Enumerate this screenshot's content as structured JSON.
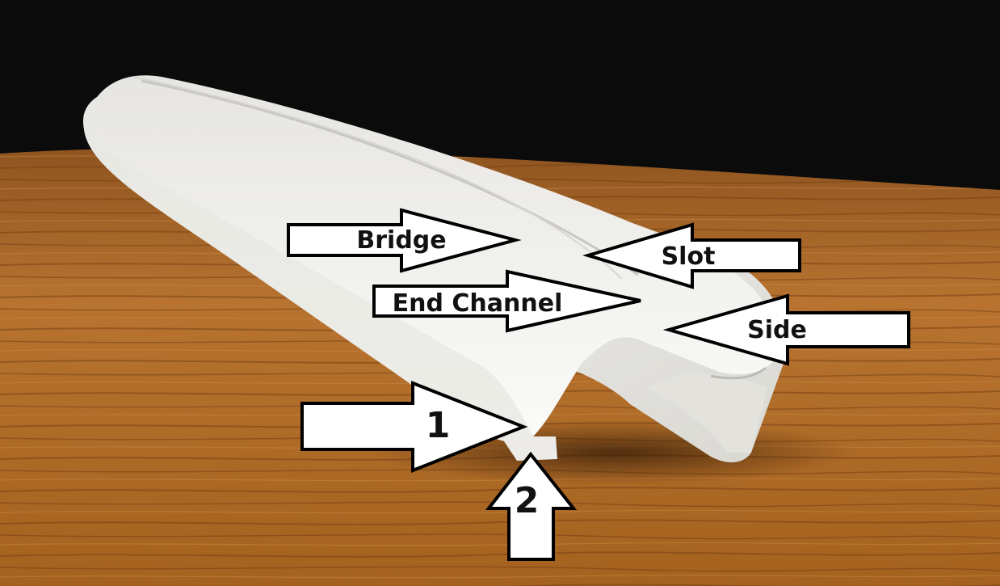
{
  "labels": {
    "bridge": "Bridge",
    "slot": "Slot",
    "end_channel": "End Channel",
    "side": "Side",
    "one": "1",
    "two": "2"
  },
  "colors": {
    "background": "#0b0b0b",
    "wood": "#b06a2a",
    "plastic": "#f2f1ee",
    "arrow_fill": "#ffffff",
    "arrow_stroke": "#000000"
  }
}
